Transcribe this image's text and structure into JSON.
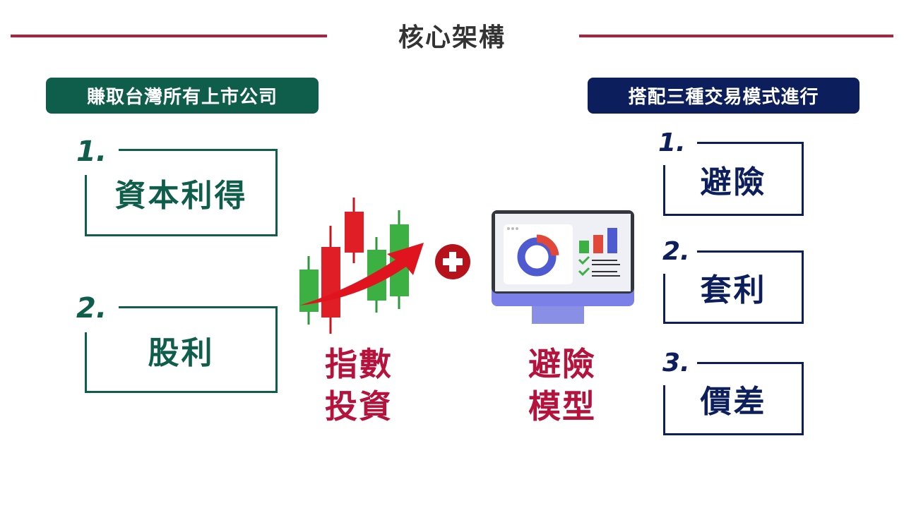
{
  "title": "核心架構",
  "left": {
    "header": "賺取台灣所有上市公司",
    "items": [
      {
        "number": "1.",
        "label": "資本利得"
      },
      {
        "number": "2.",
        "label": "股利"
      }
    ]
  },
  "center": {
    "index_label": [
      "指數",
      "投資"
    ],
    "hedge_label": [
      "避險",
      "模型"
    ],
    "icons": [
      "candlestick-chart-icon",
      "plus-icon",
      "monitor-dashboard-icon"
    ]
  },
  "right": {
    "header": "搭配三種交易模式進行",
    "items": [
      {
        "number": "1.",
        "label": "避險"
      },
      {
        "number": "2.",
        "label": "套利"
      },
      {
        "number": "3.",
        "label": "價差"
      }
    ]
  },
  "colors": {
    "green": "#0f5e4c",
    "navy": "#0c1f5c",
    "red": "#b5123c",
    "rule": "#b01f3c"
  }
}
